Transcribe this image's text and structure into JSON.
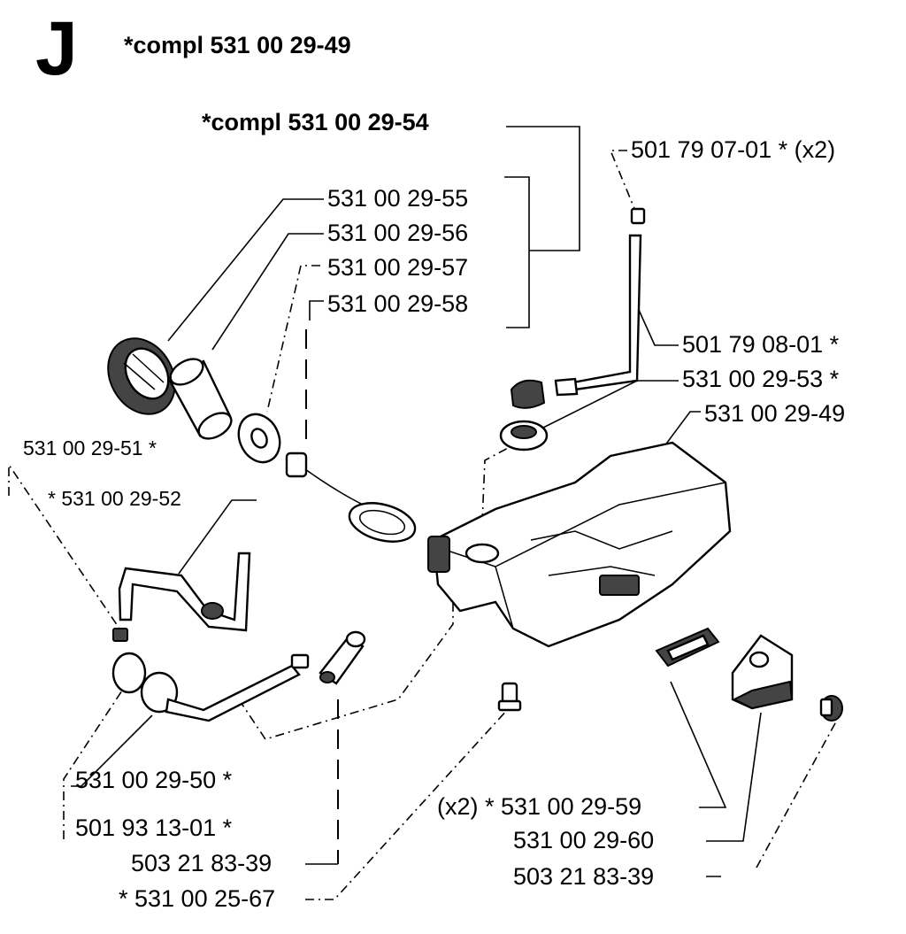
{
  "header": {
    "section_letter": "J",
    "main_assembly": "*compl 531 00 29-49"
  },
  "sub_assembly": "*compl 531 00 29-54",
  "labels": {
    "p_501790701": "501 79 07-01 * (x2)",
    "p_531002955": "531 00 29-55",
    "p_531002956": "531 00 29-56",
    "p_531002957": "531 00 29-57",
    "p_531002958": "531 00 29-58",
    "p_501790801": "501 79 08-01 *",
    "p_531002953": "531 00 29-53 *",
    "p_531002949": "531 00 29-49",
    "p_531002951": "531 00 29-51 *",
    "p_531002952": "* 531 00 29-52",
    "p_531002950": "531 00 29-50 *",
    "p_501931301": "501 93 13-01 *",
    "p_503218339a": "503 21 83-39",
    "p_531002567": "* 531 00 25-67",
    "p_531002959": "(x2) * 531 00 29-59",
    "p_531002960": "531 00 29-60",
    "p_503218339b": "503 21 83-39"
  },
  "colors": {
    "ink": "#000000",
    "paper": "#ffffff"
  }
}
